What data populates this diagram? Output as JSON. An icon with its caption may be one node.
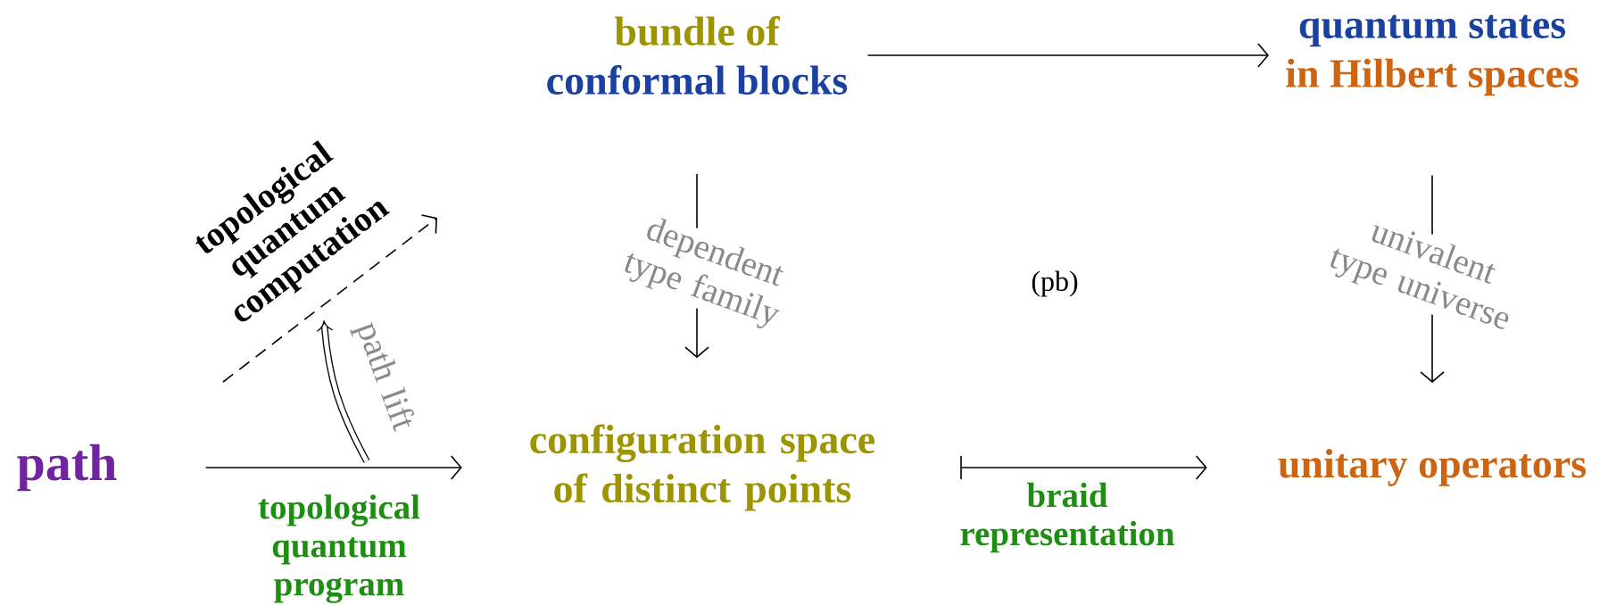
{
  "diagram": {
    "nodes": [
      {
        "text": [
          "bundle of",
          "conformal blocks"
        ]
      },
      {
        "text": [
          "quantum states",
          "in Hilbert spaces"
        ]
      },
      {
        "text": [
          "path"
        ]
      },
      {
        "text": [
          "configuration space of distinct points"
        ]
      },
      {
        "text": [
          "unitary operators"
        ]
      }
    ],
    "edges": [
      {
        "from": 0,
        "to": 1,
        "arrow": "to"
      },
      {
        "from": 0,
        "to": 3,
        "arrow": "to",
        "label": "dependent type family"
      },
      {
        "from": 1,
        "to": 4,
        "arrow": "to",
        "label": "univalent type universe"
      },
      {
        "from": 2,
        "to": 3,
        "arrow": "to",
        "label": "topological quantum program"
      },
      {
        "from": 3,
        "to": 4,
        "arrow": "to",
        "label": "braid representation"
      }
    ],
    "labels": [
      "topological quantum computation",
      "path lift",
      "(pb)"
    ]
  }
}
